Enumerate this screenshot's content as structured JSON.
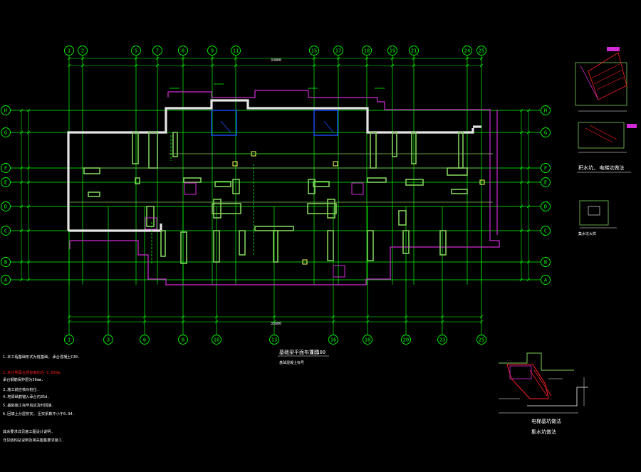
{
  "colors": {
    "background": "#000000",
    "grid": "#00ff00",
    "wall": "#7fcf5a",
    "slab_outline": "#d22ad6",
    "thick_wall": "#e6e6e6",
    "annotation": "#ffffff",
    "water_tank": "#1a4dff",
    "marker": "#ffff66",
    "red_note": "#ff2020"
  },
  "axes": {
    "top_labels": [
      "1",
      "2",
      "5",
      "7",
      "8",
      "9",
      "11",
      "15",
      "17",
      "18",
      "19",
      "21",
      "24",
      "25"
    ],
    "bottom_labels": [
      "1",
      "3",
      "6",
      "8",
      "10",
      "13",
      "16",
      "18",
      "20",
      "23",
      "25"
    ],
    "row_labels": [
      "H",
      "G",
      "F",
      "E",
      "D",
      "C",
      "B",
      "A"
    ]
  },
  "drawing_title": "基础梁平面布置图",
  "scale_text": "1:100",
  "title_sub": "基础混凝土标号",
  "overall_dim": "33800",
  "notes": [
    "1.本工程基础形式为桩基础, 承台混凝土C30.",
    "2.未注明承台顶标高均为-1.550m.",
    "  承台钢筋保护层为50mm.",
    "3.施工前应核对桩位.",
    "4.地梁纵筋锚入承台内35d.",
    "5.基础施工完毕后应及时回填.",
    "6.回填土分层夯实, 压实系数不小于0.94.",
    "  其余要求详见施工图设计说明.",
    "  详见结构总说明及相关图集要求施工."
  ],
  "detail_titles": {
    "top_right": "积水坑, 电梯坑做法",
    "middle_right": "集水坑大样",
    "bottom_right_1": "电梯基坑做法",
    "bottom_right_2": "集水坑做法"
  }
}
